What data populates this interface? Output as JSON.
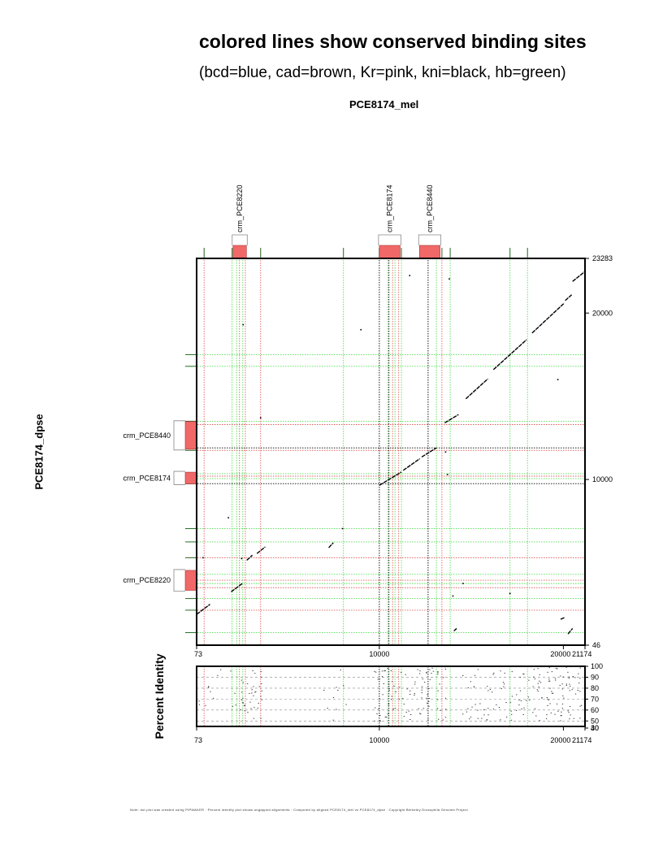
{
  "page": {
    "title": "colored lines show conserved binding sites",
    "subtitle": "(bcd=blue, cad=brown, Kr=pink, kni=black, hb=green)",
    "footer": "Note: dot plot was created using PIPMAKER · Percent identity plot shows ungapped alignments · Computed by aligned PCE8174_mel vs PCE8174_dpse · Copyright Berkeley Drosophila Genome Project"
  },
  "chart_data": [
    {
      "type": "scatter",
      "subtype": "dot-plot",
      "title": "PCE8174_mel",
      "xlabel": "PCE8174_mel",
      "ylabel": "PCE8174_dpse",
      "xlim": [
        73,
        21174
      ],
      "ylim": [
        46,
        23283
      ],
      "x_ticks": [
        {
          "value": 73,
          "label": "73"
        },
        {
          "value": 10000,
          "label": "10000"
        },
        {
          "value": 20000,
          "label": "20000"
        },
        {
          "value": 21174,
          "label": "21174"
        }
      ],
      "y_ticks": [
        {
          "value": 46,
          "label": "46"
        },
        {
          "value": 10000,
          "label": "10000"
        },
        {
          "value": 20000,
          "label": "20000"
        },
        {
          "value": 23283,
          "label": "23283"
        }
      ],
      "crm_x": [
        {
          "name": "crm_PCE8220",
          "start": 2050,
          "end": 2780
        },
        {
          "name": "crm_PCE8174",
          "start": 10000,
          "end": 11130
        },
        {
          "name": "crm_PCE8440",
          "start": 12180,
          "end": 13300
        }
      ],
      "crm_y": [
        {
          "name": "crm_PCE8440",
          "start": 11820,
          "end": 13480
        },
        {
          "name": "crm_PCE8174",
          "start": 9740,
          "end": 10440
        },
        {
          "name": "crm_PCE8220",
          "start": 3340,
          "end": 4540
        }
      ],
      "site_lines_x": [
        {
          "site": "Kr",
          "color": "#e06060",
          "pos": 480
        },
        {
          "site": "hb",
          "color": "#55dd55",
          "pos": 2000
        },
        {
          "site": "hb",
          "color": "#55dd55",
          "pos": 2250
        },
        {
          "site": "Kr",
          "color": "#e06060",
          "pos": 2400
        },
        {
          "site": "hb",
          "color": "#55dd55",
          "pos": 2580
        },
        {
          "site": "Kr",
          "color": "#e06060",
          "pos": 2720
        },
        {
          "site": "Kr",
          "color": "#e06060",
          "pos": 3550
        },
        {
          "site": "hb",
          "color": "#55dd55",
          "pos": 8050
        },
        {
          "site": "kni",
          "color": "#000000",
          "pos": 10000
        },
        {
          "site": "hb",
          "color": "#55dd55",
          "pos": 10450
        },
        {
          "site": "kni",
          "color": "#000000",
          "pos": 10520
        },
        {
          "site": "Kr",
          "color": "#e06060",
          "pos": 10720
        },
        {
          "site": "hb",
          "color": "#55dd55",
          "pos": 10850
        },
        {
          "site": "Kr",
          "color": "#e06060",
          "pos": 11050
        },
        {
          "site": "hb",
          "color": "#55dd55",
          "pos": 11200
        },
        {
          "site": "kni",
          "color": "#000000",
          "pos": 12650
        },
        {
          "site": "hb",
          "color": "#55dd55",
          "pos": 13100
        },
        {
          "site": "Kr",
          "color": "#e06060",
          "pos": 13400
        },
        {
          "site": "hb",
          "color": "#55dd55",
          "pos": 13850
        },
        {
          "site": "hb",
          "color": "#55dd55",
          "pos": 17100
        },
        {
          "site": "hb",
          "color": "#55dd55",
          "pos": 18050
        }
      ],
      "site_lines_y": [
        {
          "site": "hb",
          "color": "#55dd55",
          "pos": 17500
        },
        {
          "site": "hb",
          "color": "#55dd55",
          "pos": 16800
        },
        {
          "site": "hb",
          "color": "#55dd55",
          "pos": 13500
        },
        {
          "site": "Kr",
          "color": "#e06060",
          "pos": 13300
        },
        {
          "site": "kni",
          "color": "#000000",
          "pos": 11900
        },
        {
          "site": "Kr",
          "color": "#e06060",
          "pos": 11750
        },
        {
          "site": "hb",
          "color": "#55dd55",
          "pos": 10350
        },
        {
          "site": "Kr",
          "color": "#e06060",
          "pos": 10200
        },
        {
          "site": "hb",
          "color": "#55dd55",
          "pos": 10050
        },
        {
          "site": "kni",
          "color": "#000000",
          "pos": 9750
        },
        {
          "site": "hb",
          "color": "#55dd55",
          "pos": 7050
        },
        {
          "site": "hb",
          "color": "#55dd55",
          "pos": 6250
        },
        {
          "site": "Kr",
          "color": "#e06060",
          "pos": 5300
        },
        {
          "site": "hb",
          "color": "#55dd55",
          "pos": 4300
        },
        {
          "site": "Kr",
          "color": "#e06060",
          "pos": 3950
        },
        {
          "site": "hb",
          "color": "#55dd55",
          "pos": 3750
        },
        {
          "site": "Kr",
          "color": "#e06060",
          "pos": 3500
        },
        {
          "site": "hb",
          "color": "#55dd55",
          "pos": 2850
        },
        {
          "site": "Kr",
          "color": "#e06060",
          "pos": 2150
        },
        {
          "site": "hb",
          "color": "#55dd55",
          "pos": 800
        }
      ],
      "segments": [
        {
          "x1": 73,
          "y1": 1900,
          "x2": 800,
          "y2": 2500
        },
        {
          "x1": 1950,
          "y1": 3250,
          "x2": 2550,
          "y2": 3750
        },
        {
          "x1": 2800,
          "y1": 5150,
          "x2": 3100,
          "y2": 5450
        },
        {
          "x1": 3350,
          "y1": 5550,
          "x2": 3800,
          "y2": 5950
        },
        {
          "x1": 7250,
          "y1": 5900,
          "x2": 7500,
          "y2": 6200
        },
        {
          "x1": 10000,
          "y1": 9650,
          "x2": 11200,
          "y2": 10450
        },
        {
          "x1": 11300,
          "y1": 10550,
          "x2": 12200,
          "y2": 11250
        },
        {
          "x1": 12300,
          "y1": 11350,
          "x2": 13100,
          "y2": 11900
        },
        {
          "x1": 13550,
          "y1": 13400,
          "x2": 14300,
          "y2": 13900
        },
        {
          "x1": 14700,
          "y1": 14850,
          "x2": 15900,
          "y2": 16050
        },
        {
          "x1": 16200,
          "y1": 16600,
          "x2": 18000,
          "y2": 18400
        },
        {
          "x1": 18300,
          "y1": 18800,
          "x2": 20050,
          "y2": 20600
        },
        {
          "x1": 20100,
          "y1": 20750,
          "x2": 20450,
          "y2": 21100
        },
        {
          "x1": 20500,
          "y1": 21900,
          "x2": 21174,
          "y2": 22500
        },
        {
          "x1": 14050,
          "y1": 900,
          "x2": 14200,
          "y2": 1050
        },
        {
          "x1": 19850,
          "y1": 1600,
          "x2": 20050,
          "y2": 1700
        },
        {
          "x1": 20250,
          "y1": 720,
          "x2": 20500,
          "y2": 1050
        }
      ],
      "dots": [
        {
          "x": 2600,
          "y": 19300
        },
        {
          "x": 3550,
          "y": 13700
        },
        {
          "x": 1800,
          "y": 7700
        },
        {
          "x": 13800,
          "y": 22050
        },
        {
          "x": 11650,
          "y": 22250
        },
        {
          "x": 19700,
          "y": 16000
        },
        {
          "x": 8000,
          "y": 7050
        },
        {
          "x": 13700,
          "y": 10300
        },
        {
          "x": 13600,
          "y": 11650
        },
        {
          "x": 420,
          "y": 5300
        },
        {
          "x": 2520,
          "y": 5250
        },
        {
          "x": 14550,
          "y": 3750
        },
        {
          "x": 17100,
          "y": 3150
        },
        {
          "x": 14000,
          "y": 3000
        },
        {
          "x": 9000,
          "y": 19000
        }
      ]
    },
    {
      "type": "scatter",
      "subtype": "percent-identity-plot",
      "ylabel": "Percent Identity",
      "xlim": [
        73,
        21174
      ],
      "ylim": [
        45,
        100
      ],
      "x_ticks": [
        {
          "value": 73,
          "label": "73"
        },
        {
          "value": 10000,
          "label": "10000"
        },
        {
          "value": 20000,
          "label": "20000"
        },
        {
          "value": 21174,
          "label": "21174"
        }
      ],
      "y_ticks": [
        {
          "value": 100,
          "label": "100"
        },
        {
          "value": 90,
          "label": "90"
        },
        {
          "value": 80,
          "label": "80"
        },
        {
          "value": 70,
          "label": "70"
        },
        {
          "value": 60,
          "label": "60"
        },
        {
          "value": 50,
          "label": "50"
        },
        {
          "value": 40,
          "label": "40"
        },
        {
          "value": 30,
          "label": "30"
        }
      ],
      "dense_regions": [
        {
          "x_start": 1900,
          "x_end": 3700,
          "density": 0.9
        },
        {
          "x_start": 9700,
          "x_end": 13600,
          "density": 1.0
        },
        {
          "x_start": 14500,
          "x_end": 21174,
          "density": 0.9
        },
        {
          "x_start": 6900,
          "x_end": 8200,
          "density": 0.3
        },
        {
          "x_start": 73,
          "x_end": 1500,
          "density": 0.25
        }
      ]
    }
  ]
}
